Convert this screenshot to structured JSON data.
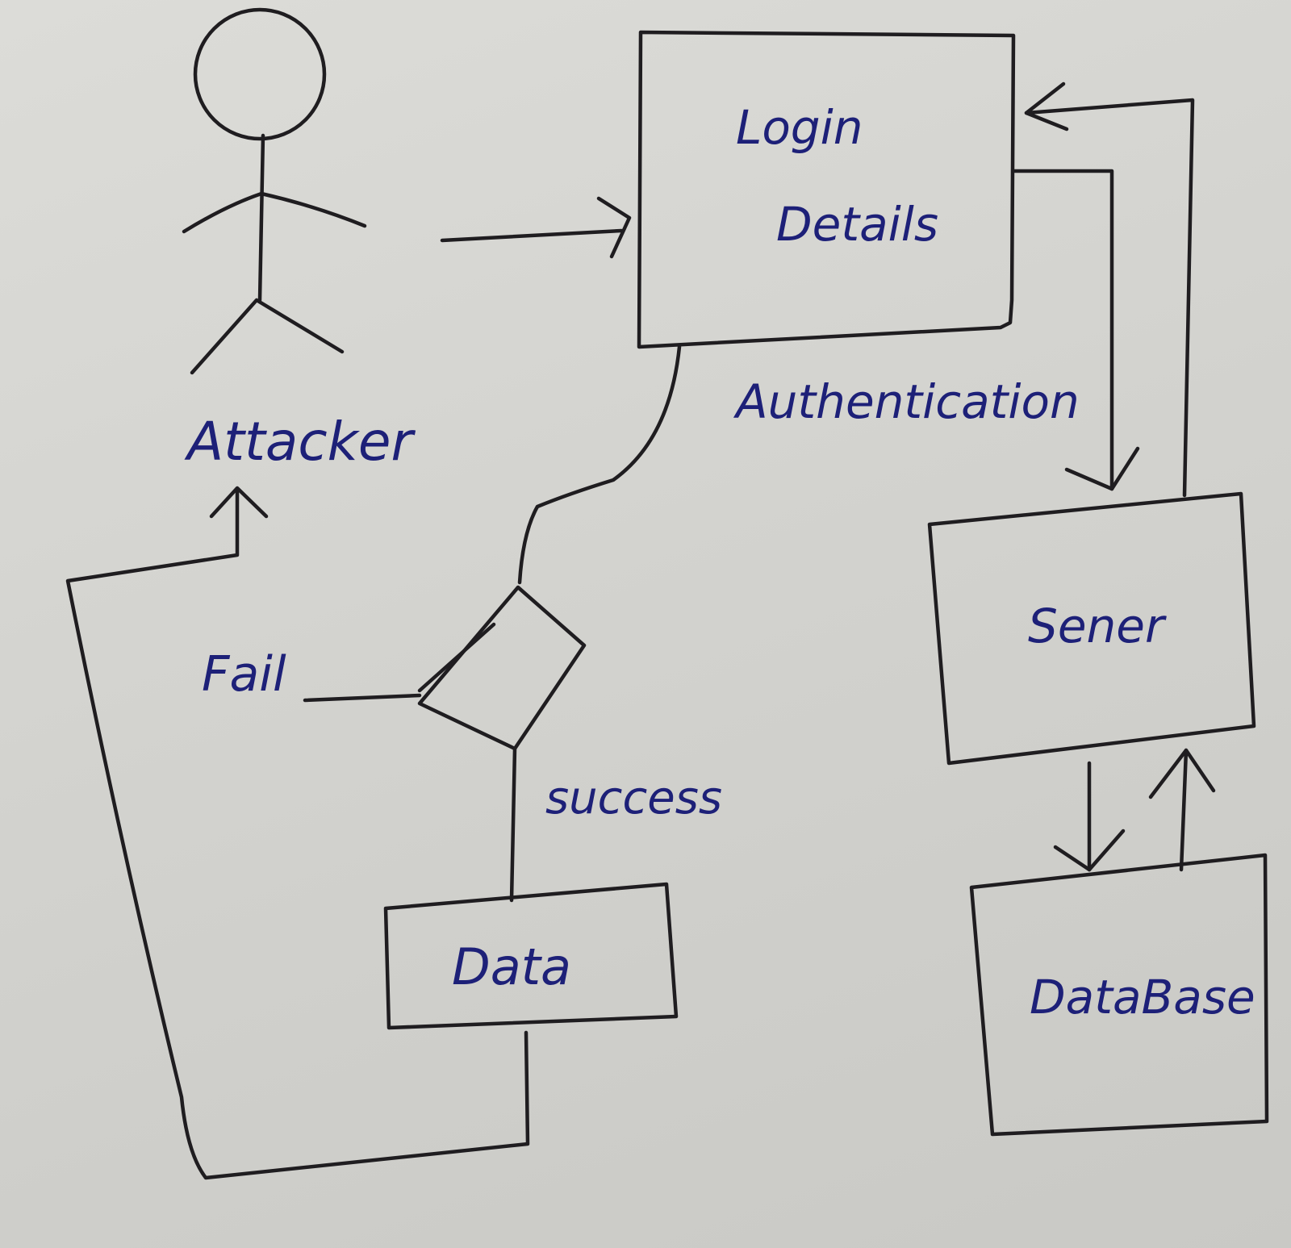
{
  "nodes": {
    "actor": "Attacker",
    "login": [
      "Login",
      "Details"
    ],
    "authentication": "Authentication",
    "fail": "Fail",
    "success": "success",
    "data": "Data",
    "server": "Sener",
    "database": "DataBase"
  }
}
